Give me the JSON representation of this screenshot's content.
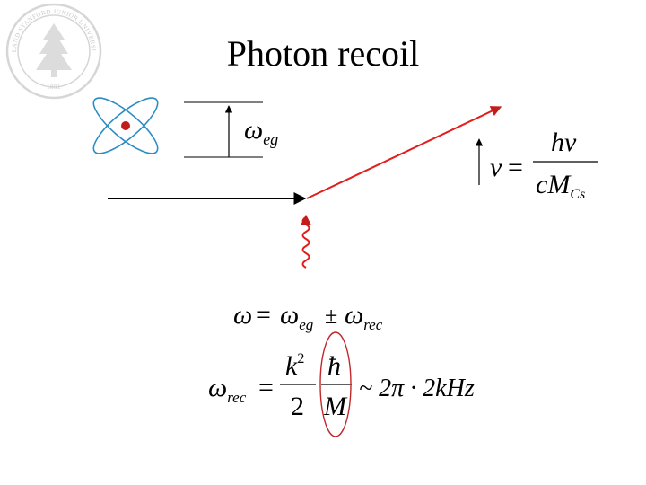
{
  "slide": {
    "title": "Photon recoil"
  },
  "seal": {
    "outer_text": "LELAND STANFORD JUNIOR UNIVERSITY",
    "year": "1891"
  },
  "colors": {
    "photon": "#e21d1d",
    "atom_orbit": "#2b8cc4",
    "nucleus": "#c41b1b",
    "seal": "#c9c9c9",
    "recoil_ellipse": "#c0282d"
  },
  "levels": {
    "transition_label": {
      "base": "ω",
      "sub": "eg"
    }
  },
  "velocity_formula": {
    "lhs": "v",
    "eq": "=",
    "numerator": "hν",
    "denominator": {
      "base": "cM",
      "sub": "Cs"
    }
  },
  "frequency_formula": {
    "lhs": "ω",
    "eq": "=",
    "term1": {
      "base": "ω",
      "sub": "eg"
    },
    "pm": "±",
    "term2": {
      "base": "ω",
      "sub": "rec"
    }
  },
  "recoil_formula": {
    "lhs": {
      "base": "ω",
      "sub": "rec"
    },
    "eq": "=",
    "frac1": {
      "numerator": "k",
      "numerator_sup": "2",
      "denominator": "2"
    },
    "frac2": {
      "numerator": "ħ",
      "denominator": "M"
    },
    "approx": "~ 2π · 2kHz"
  }
}
